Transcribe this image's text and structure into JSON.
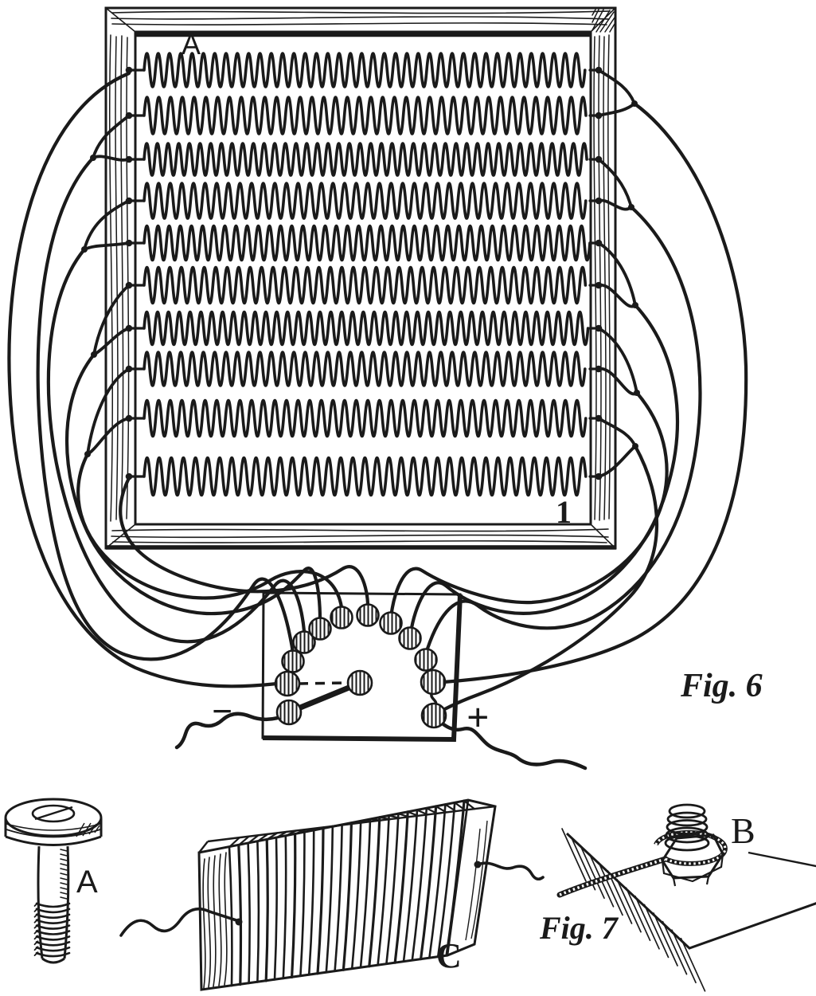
{
  "illustration": {
    "fig6_caption": "Fig. 6",
    "fig7_caption": "Fig. 7",
    "heater_frame_label": "A",
    "coil_panel_number": "1",
    "negative_terminal": "−",
    "positive_terminal": "+",
    "head_screw_label": "A",
    "binding_post_label": "B",
    "resistance_unit_label": "C"
  },
  "colors": {
    "ink": "#1a1a1a",
    "paper": "#ffffff"
  }
}
